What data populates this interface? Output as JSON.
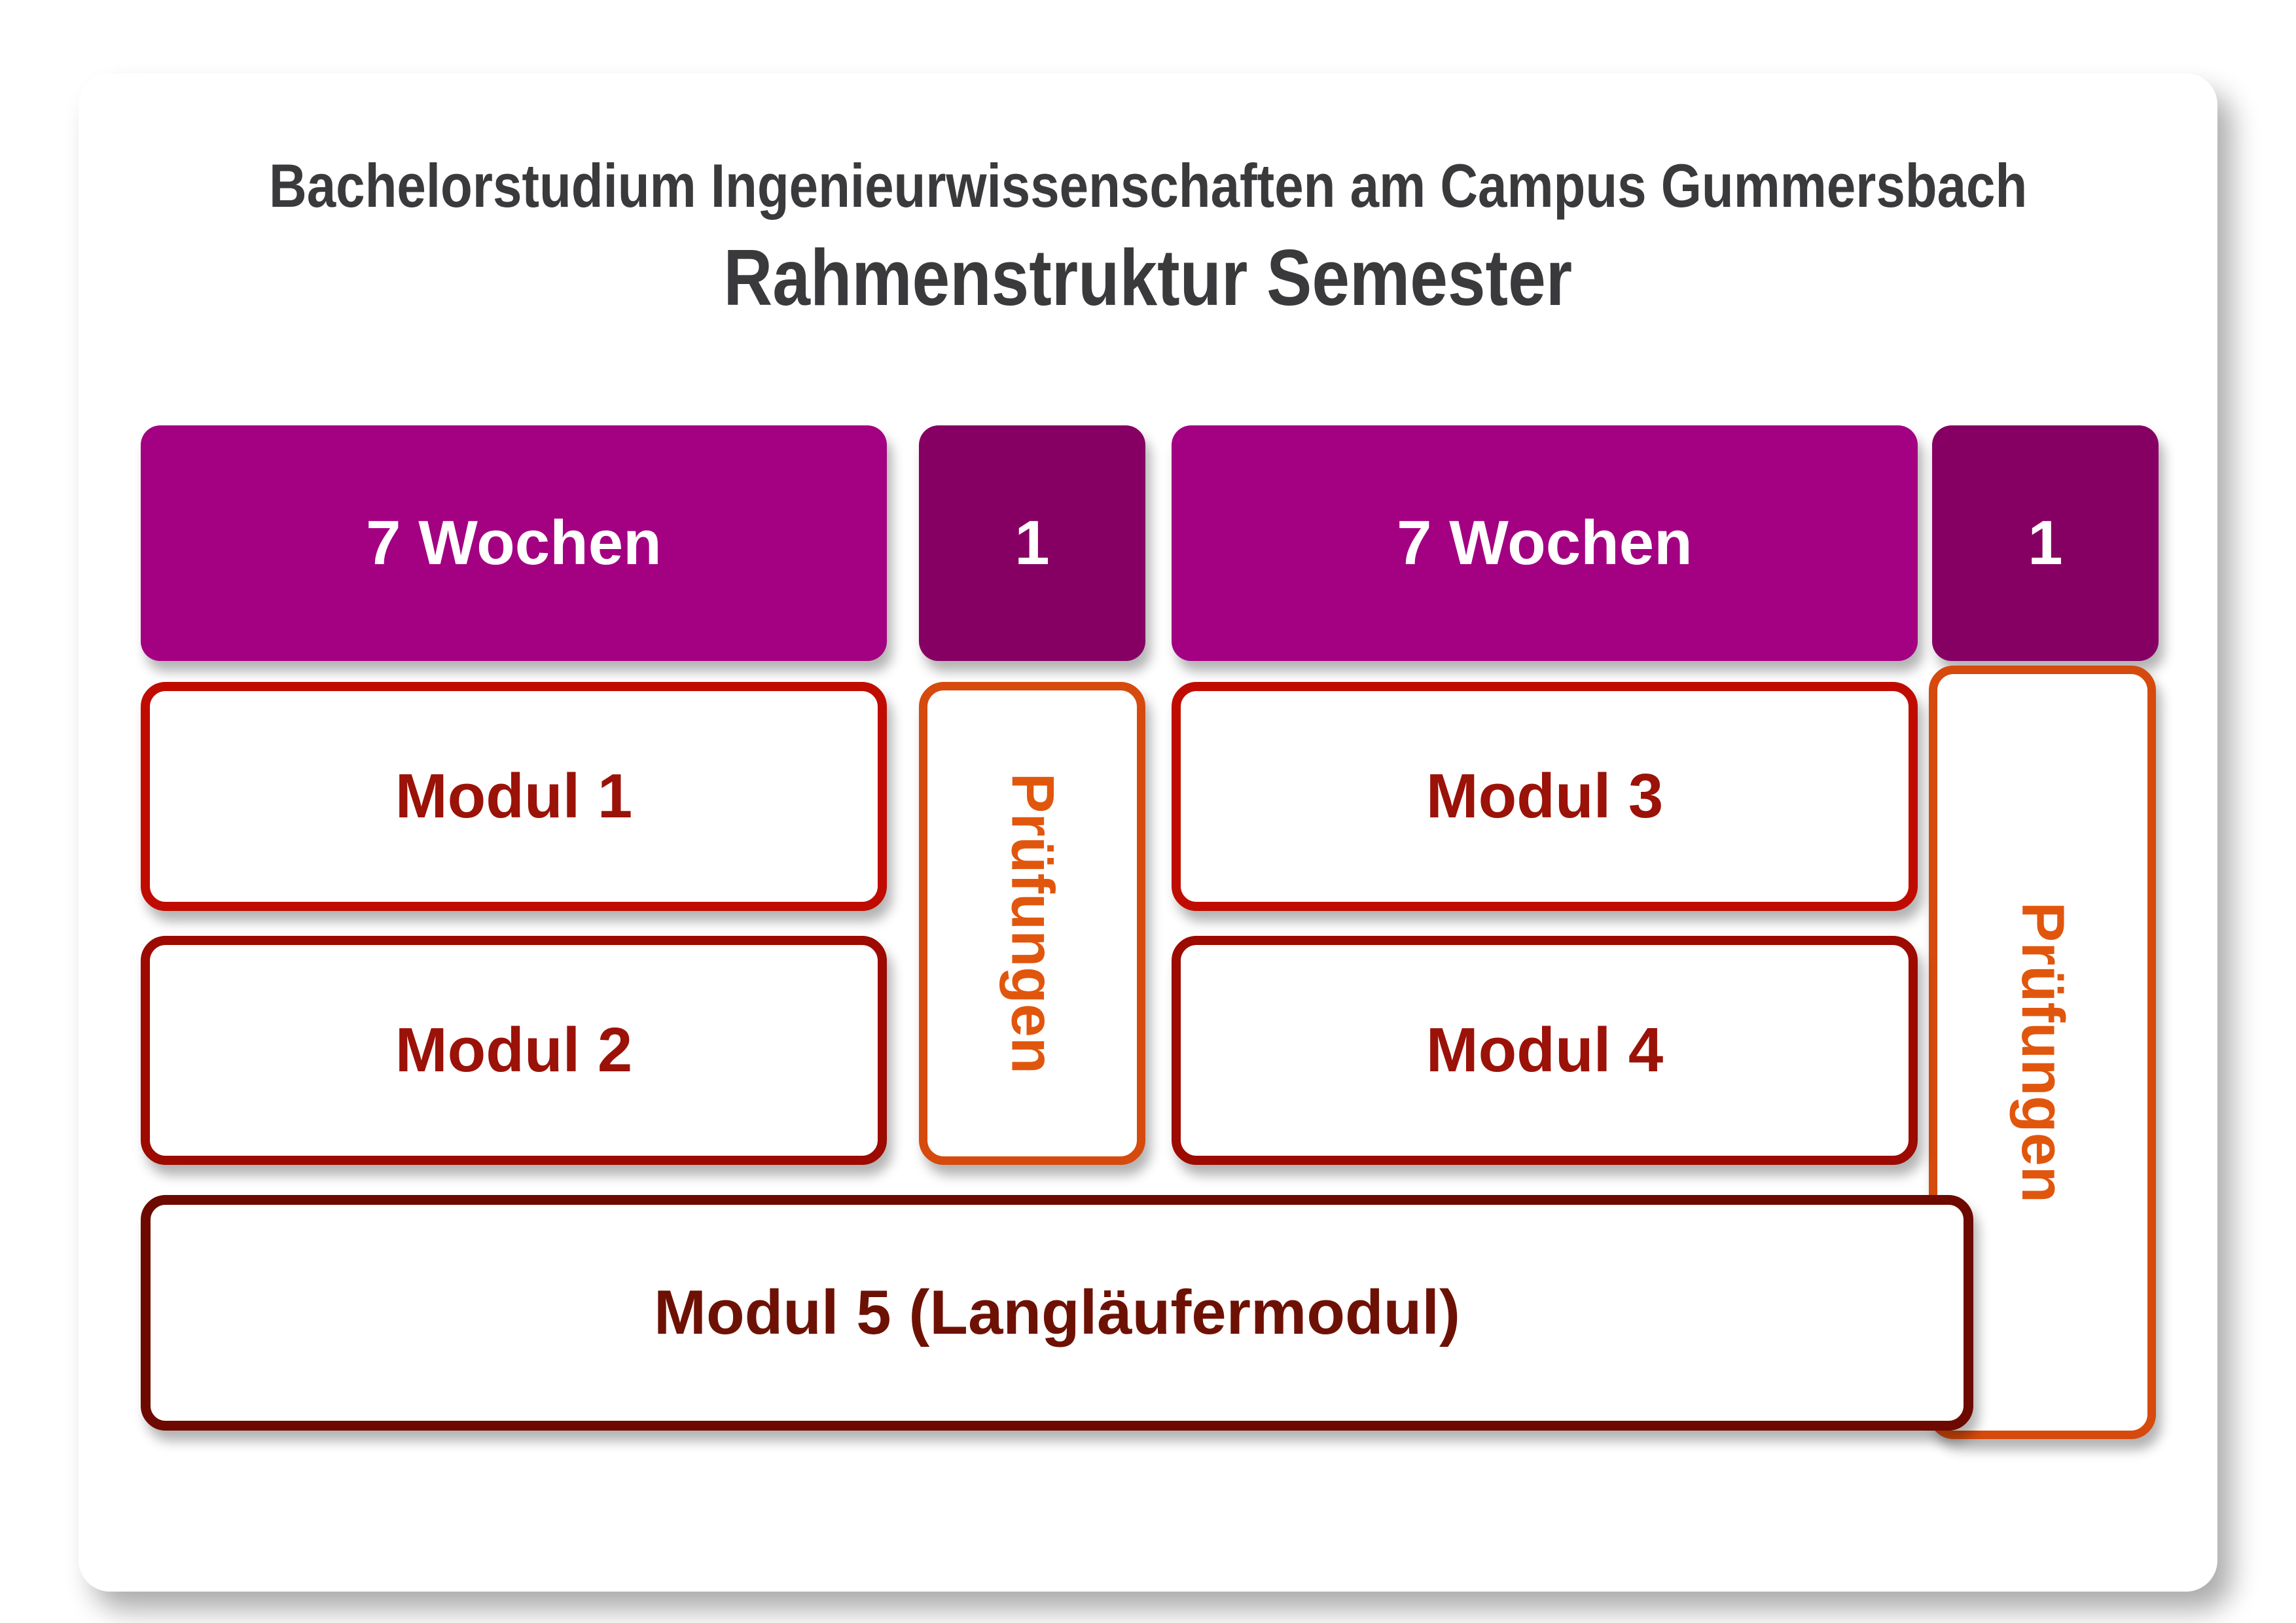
{
  "title": {
    "line1": "Bachelorstudium Ingenieurwissenschaften am Campus Gummersbach",
    "line2": "Rahmenstruktur Semester"
  },
  "blocks": {
    "weeks1": "7 Wochen",
    "exam_week1": "1",
    "weeks2": "7 Wochen",
    "exam_week2": "1",
    "modul1": "Modul 1",
    "modul2": "Modul 2",
    "modul3": "Modul 3",
    "modul4": "Modul 4",
    "modul5": "Modul 5 (Langläufermodul)",
    "pruefungen1": "Prüfungen",
    "pruefungen2": "Prüfungen"
  },
  "colors": {
    "magenta": "#a30082",
    "dark_magenta": "#860063",
    "red_border": "#c00c00",
    "dark_red_border": "#9c0a00",
    "maroon_border": "#6e0900",
    "module_text": "#9b1208",
    "module5_text": "#6e1105",
    "orange_border": "#d64a0d",
    "orange_text": "#e1560d",
    "title_text": "#3a3a3c"
  }
}
